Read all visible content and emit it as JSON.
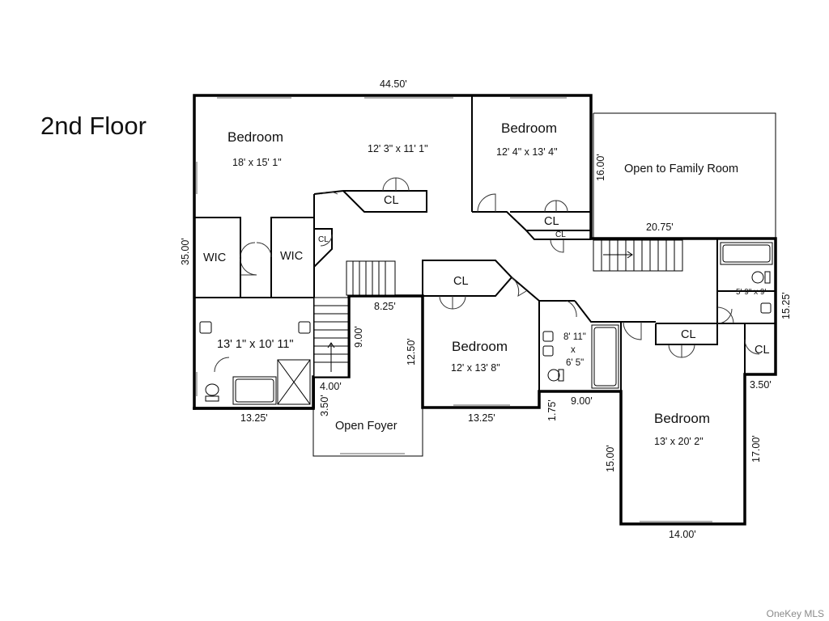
{
  "title": "2nd Floor",
  "dimensions": {
    "top_width": "44.50'",
    "left_height": "35.00'",
    "family_room_height": "16.00'",
    "family_room_width": "20.75'",
    "bath_right_height": "15.25'",
    "stair_width": "8.25'",
    "stair_height": "9.00'",
    "foyer_height": "12.50'",
    "foyer_step_width": "4.00'",
    "foyer_step_height": "3.50'",
    "master_bath_bottom": "13.25'",
    "bed3_bottom": "13.25'",
    "hall_step_height": "1.75'",
    "hall_step_width": "9.00'",
    "bed4_left_height": "15.00'",
    "bed4_right_height": "17.00'",
    "bed4_bottom": "14.00'",
    "bed4_step_width": "3.50'"
  },
  "rooms": {
    "bedroom1_name": "Bedroom",
    "bedroom1_size": "18' x 15' 1\"",
    "bedroom1_alcove_size": "12' 3\" x 11' 1\"",
    "bedroom2_name": "Bedroom",
    "bedroom2_size": "12' 4\" x 13' 4\"",
    "family_room": "Open to Family Room",
    "wic1": "WIC",
    "wic2": "WIC",
    "master_bath_size": "13' 1\" x 10' 11\"",
    "bedroom3_name": "Bedroom",
    "bedroom3_size": "12' x 13' 8\"",
    "open_foyer": "Open Foyer",
    "hall_bath_size_line1": "8' 11\"",
    "hall_bath_size_x": "x",
    "hall_bath_size_line2": "6' 5\"",
    "bath2_size": "5' 9\" x 9'",
    "bedroom4_name": "Bedroom",
    "bedroom4_size": "13' x 20' 2\""
  },
  "closets": {
    "cl_bed1": "CL",
    "cl_small_hall": "CL",
    "cl_bed2": "CL",
    "cl_bed2_small": "CL",
    "cl_bed3": "CL",
    "cl_bed4": "CL",
    "cl_bed4_corner": "CL"
  },
  "watermark": "OneKey MLS"
}
